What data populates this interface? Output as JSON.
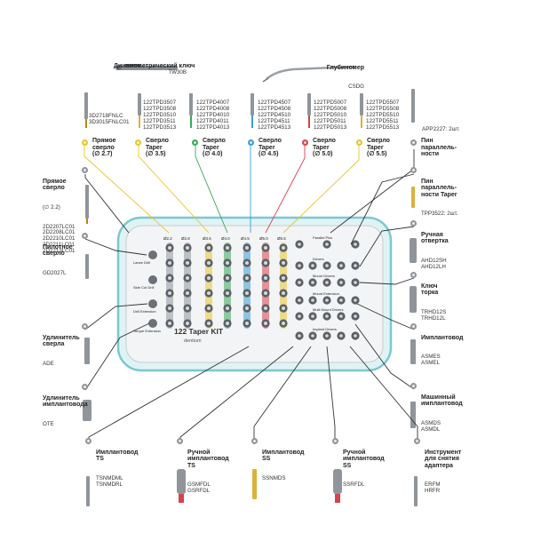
{
  "top": {
    "torque_wrench": {
      "title": "Динамометрический ключ",
      "code": "TW30B"
    },
    "depth_gauge": {
      "title": "Глубиномер",
      "code": "CSDG"
    }
  },
  "drill_columns": [
    {
      "codes": "3D2718FNLC\n3D3015FNLC01",
      "title": "Прямое\nсверло",
      "size": "(∅ 2.7)",
      "color": "#e6c62d"
    },
    {
      "codes": "122TPD3507\n122TPD3508\n122TPD3510\n122TPD3511\n122TPD3513",
      "title": "Сверло\nTaper",
      "size": "(∅ 3.5)",
      "color": "#e6c62d"
    },
    {
      "codes": "122TPD4007\n122TPD4008\n122TPD4010\n122TPD4011\n122TPD4013",
      "title": "Сверло\nTaper",
      "size": "(∅ 4.0)",
      "color": "#3aa85b"
    },
    {
      "codes": "122TPD4507\n122TPD4508\n122TPD4510\n122TPD4511\n122TPD4513",
      "title": "Сверло\nTaper",
      "size": "(∅ 4.5)",
      "color": "#3a9fd6"
    },
    {
      "codes": "122TPD5007\n122TPD5008\n122TPD5010\n122TPD5011\n122TPD5013",
      "title": "Сверло\nTaper",
      "size": "(∅ 5.0)",
      "color": "#d9414b"
    },
    {
      "codes": "122TPD5507\n122TPD5508\n122TPD5510\n122TPD5511\n122TPD5513",
      "title": "Сверло\nTaper",
      "size": "(∅ 5.5)",
      "color": "#e6c62d"
    }
  ],
  "right_top": {
    "codes": "APP2227: 2шт.",
    "title": "Пин\nпараллель-\nности"
  },
  "left": [
    {
      "title": "Прямое\nсверло",
      "sub": "(∅ 2.2)",
      "codes": "2D2207LC01\n2D2208LC01\n2D2210LC01\n2D2211LC01\n2D2213LC01"
    },
    {
      "title": "Пилотное\nсверло",
      "codes": "GD2027L"
    },
    {
      "title": "Удлинитель\nсверла",
      "codes": "ADE"
    },
    {
      "title": "Удлинитель\nимплантовода",
      "codes": "OTE"
    }
  ],
  "right": [
    {
      "title": "Пин\nпараллель-\nности Taper",
      "codes": "TPP3522: 2шт."
    },
    {
      "title": "Ручная\nотвертка",
      "codes": "AHD12SH\nAHD12LH"
    },
    {
      "title": "Ключ\nторка",
      "codes": "TRHD12S\nTRHD12L"
    },
    {
      "title": "Имплантовод",
      "codes": "ASMES\nASMEL"
    },
    {
      "title": "Машинный\nимплантовод",
      "codes": "ASMDS\nASMDL"
    }
  ],
  "bottom": [
    {
      "title": "Имплантовод\nTS",
      "codes": "TSNMDML\nTSNMDRL"
    },
    {
      "title": "Ручной\nимплантовод\nTS",
      "codes": "GSMFDL\nGSRFDL"
    },
    {
      "title": "Имплантовод\nSS",
      "codes": "SSNMDS"
    },
    {
      "title": "Ручной\nимплантовод\nSS",
      "codes": "SSRFDL"
    },
    {
      "title": "Инструмент\nдля снятия\nадаптера",
      "codes": "ERFM\nHRFR"
    }
  ],
  "tray": {
    "name": "122 Taper KIT",
    "brand": "dentium",
    "col_headers": [
      "Ø2.2",
      "Ø2.8",
      "Ø3.5",
      "Ø4.0",
      "Ø4.5",
      "Ø5.0",
      "Ø5.5"
    ],
    "left_labels": [
      "Lance Drill",
      "Side Cut Drill",
      "Drill Extension",
      "Torque Extension"
    ],
    "right_labels": [
      "Parallel Pins",
      "Drivers",
      "Mount Drivers",
      "Mount Extension",
      "Multi Mount Drivers",
      "Implant Drivers"
    ]
  }
}
